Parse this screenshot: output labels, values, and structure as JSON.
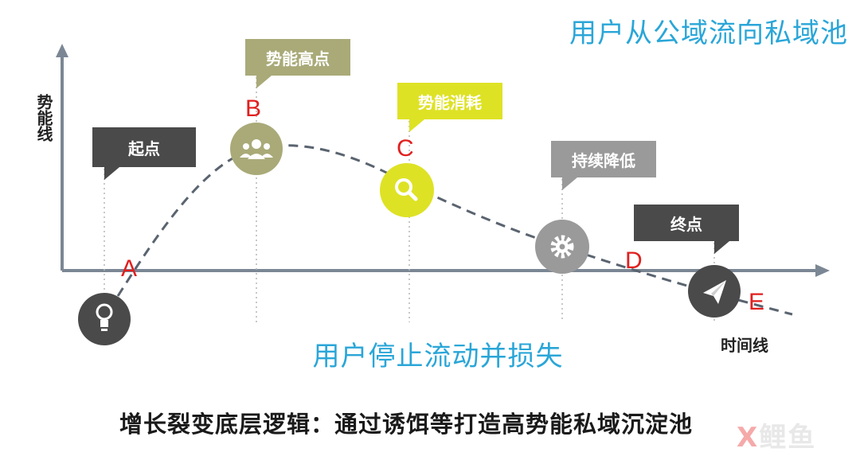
{
  "title": "用户从公域流向私域池",
  "subtitle": "用户停止流动并损失",
  "caption": "增长裂变底层逻辑：通过诱饵等打造高势能私域沉淀池",
  "axes": {
    "y_label": "势能线",
    "x_label": "时间线"
  },
  "callouts": {
    "start": "起点",
    "peak": "势能高点",
    "burn": "势能消耗",
    "decline": "持续降低",
    "end": "终点"
  },
  "points": [
    "A",
    "B",
    "C",
    "D",
    "E"
  ],
  "icons": [
    "lightbulb-icon",
    "users-icon",
    "search-icon",
    "gear-icon",
    "paper-plane-icon"
  ],
  "watermark": {
    "mark": "X",
    "text": "鲤鱼"
  },
  "colors": {
    "title_blue": "#2aa6d8",
    "letter_red": "#e11f1f",
    "dark_gray": "#4a4a4a",
    "olive": "#a9aa78",
    "lime": "#dee225",
    "mid_gray": "#9a9a9a",
    "axis": "#7b8794"
  }
}
